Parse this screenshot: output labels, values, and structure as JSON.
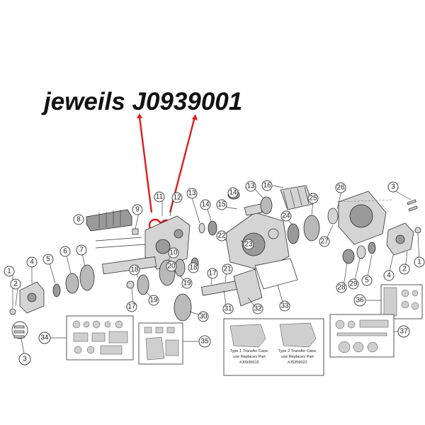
{
  "headline": {
    "text": "jeweils J0939001"
  },
  "colors": {
    "annotation": "#e01b1b",
    "ink": "#222222"
  },
  "callouts": [
    "1",
    "2",
    "3",
    "4",
    "5",
    "6",
    "7",
    "8",
    "9",
    "10",
    "11",
    "12",
    "13",
    "14",
    "15",
    "16",
    "17",
    "18",
    "19",
    "20",
    "21",
    "22",
    "23",
    "24",
    "25",
    "26",
    "27",
    "28",
    "29",
    "30",
    "31",
    "32",
    "33",
    "34",
    "35",
    "36",
    "37"
  ],
  "notes": {
    "type1": {
      "line1": "Type 1 Transfer Case,",
      "line2": "use Replaces Part",
      "line3": "#J0936615"
    },
    "type2": {
      "line1": "Type 2 Transfer Case,",
      "line2": "use Replaces Part",
      "line3": "#J5359022"
    }
  }
}
